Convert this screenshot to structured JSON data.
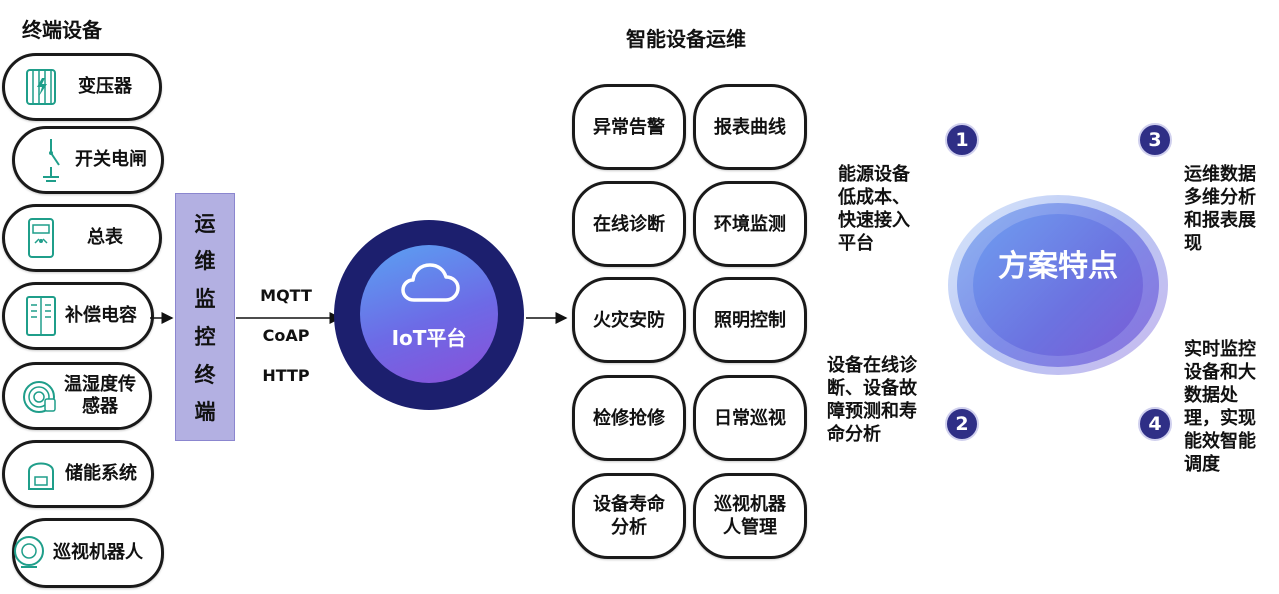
{
  "titles": {
    "devices": "终端设备",
    "ops": "智能设备运维"
  },
  "devices": [
    {
      "label": "变压器",
      "icon": "transformer-icon"
    },
    {
      "label": "开关电闸",
      "icon": "switch-icon"
    },
    {
      "label": "总表",
      "icon": "meter-icon"
    },
    {
      "label": "补偿电容",
      "icon": "capacitor-cabinet-icon"
    },
    {
      "label": "温湿度传感器",
      "icon": "sensor-icon"
    },
    {
      "label": "储能系统",
      "icon": "battery-icon"
    },
    {
      "label": "巡视机器人",
      "icon": "robot-icon"
    }
  ],
  "terminal": {
    "chars": [
      "运",
      "维",
      "监",
      "控",
      "终",
      "端"
    ]
  },
  "protocols": [
    "MQTT",
    "CoAP",
    "HTTP"
  ],
  "platform": {
    "label": "IoT平台",
    "icon": "cloud-icon"
  },
  "ops_items": [
    "异常告警",
    "报表曲线",
    "在线诊断",
    "环境监测",
    "火灾安防",
    "照明控制",
    "检修抢修",
    "日常巡视",
    "设备寿命分析",
    "巡视机器人管理"
  ],
  "features": {
    "center": "方案特点",
    "items": [
      {
        "num": "1",
        "text": "能源设备低成本、快速接入平台"
      },
      {
        "num": "2",
        "text": "设备在线诊断、设备故障预测和寿命分析"
      },
      {
        "num": "3",
        "text": "运维数据多维分析和报表展现"
      },
      {
        "num": "4",
        "text": "实时监控设备和大数据处理，实现能效智能调度"
      }
    ]
  },
  "colors": {
    "terminal_bg": "#b3b0e2",
    "platform_ring": "#1c1f6e",
    "badge": "#2f2f86"
  }
}
